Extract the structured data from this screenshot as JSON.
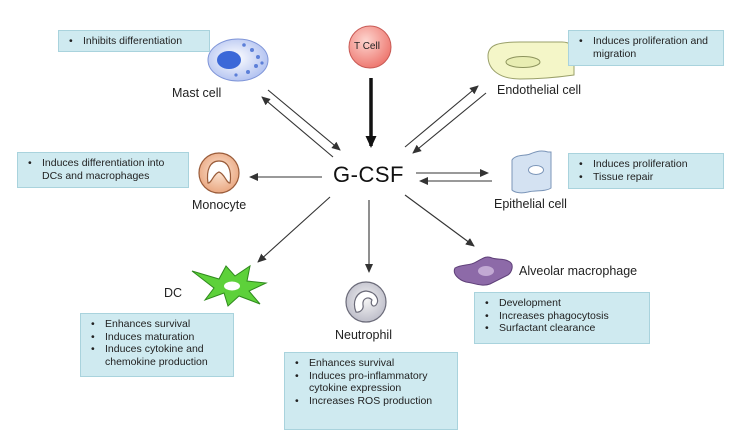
{
  "center": "G-CSF",
  "tcell": "T Cell",
  "colors": {
    "box_bg": "#cfeaf0",
    "arrow": "#333333",
    "tcell": "#f08080"
  },
  "cells": {
    "mast": {
      "label": "Mast cell",
      "effects": [
        "Inhibits differentiation"
      ]
    },
    "endothelial": {
      "label": "Endothelial cell",
      "effects": [
        "Induces proliferation and migration"
      ]
    },
    "monocyte": {
      "label": "Monocyte",
      "effects": [
        "Induces differentiation into DCs and macrophages"
      ]
    },
    "epithelial": {
      "label": "Epithelial cell",
      "effects": [
        "Induces proliferation",
        "Tissue repair"
      ]
    },
    "dc": {
      "label": "DC",
      "effects": [
        "Enhances survival",
        "Induces maturation",
        "Induces cytokine and chemokine production"
      ]
    },
    "neutrophil": {
      "label": "Neutrophil",
      "effects": [
        "Enhances survival",
        "Induces pro-inflammatory cytokine expression",
        "Increases ROS production"
      ]
    },
    "alveolar": {
      "label": "Alveolar macrophage",
      "effects": [
        "Development",
        "Increases phagocytosis",
        "Surfactant clearance"
      ]
    }
  }
}
